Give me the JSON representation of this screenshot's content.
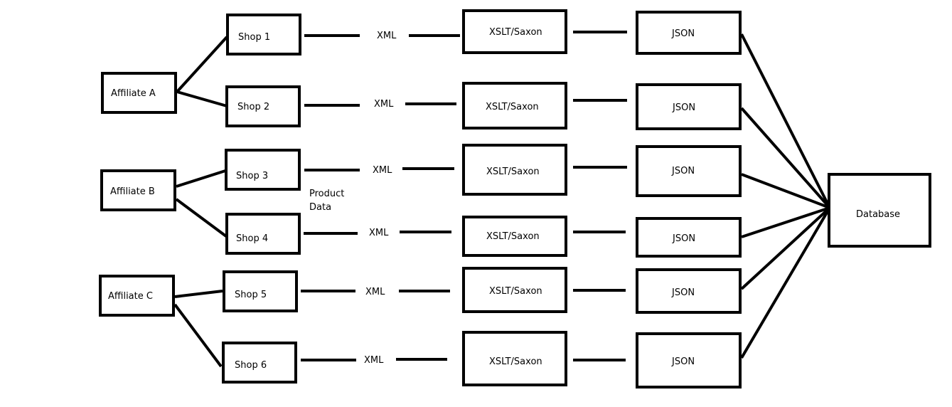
{
  "diagram": {
    "affiliates": [
      "Affiliate A",
      "Affiliate B",
      "Affiliate C"
    ],
    "shops": [
      "Shop 1",
      "Shop 2",
      "Shop 3",
      "Shop 4",
      "Shop 5",
      "Shop 6"
    ],
    "formats": [
      "XML",
      "XML",
      "XML",
      "XML",
      "XML",
      "XML"
    ],
    "transforms": [
      "XSLT/Saxon",
      "XSLT/Saxon",
      "XSLT/Saxon",
      "XSLT/Saxon",
      "XSLT/Saxon",
      "XSLT/Saxon"
    ],
    "outputs": [
      "JSON",
      "JSON",
      "JSON",
      "JSON",
      "JSON",
      "JSON"
    ],
    "database": "Database",
    "annotation": [
      "Product",
      "Data"
    ]
  }
}
